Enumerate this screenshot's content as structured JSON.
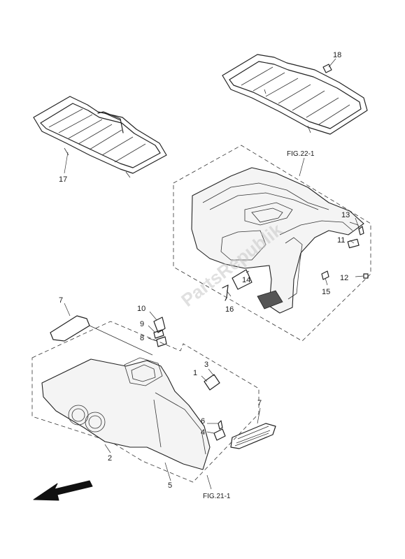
{
  "parts": {
    "p1": "1",
    "p2": "2",
    "p3": "3",
    "p4": "4",
    "p5": "5",
    "p6": "6",
    "p7a": "7",
    "p7b": "7",
    "p8": "8",
    "p9": "9",
    "p10": "10",
    "p11": "11",
    "p12": "12",
    "p13": "13",
    "p14": "14",
    "p15": "15",
    "p16": "16",
    "p17": "17",
    "p18": "18"
  },
  "figures": {
    "fig22": "FIG.22-1",
    "fig21": "FIG.21-1"
  },
  "watermark": "PartsRepublik",
  "icons": {
    "direction": "front-arrow-icon"
  }
}
